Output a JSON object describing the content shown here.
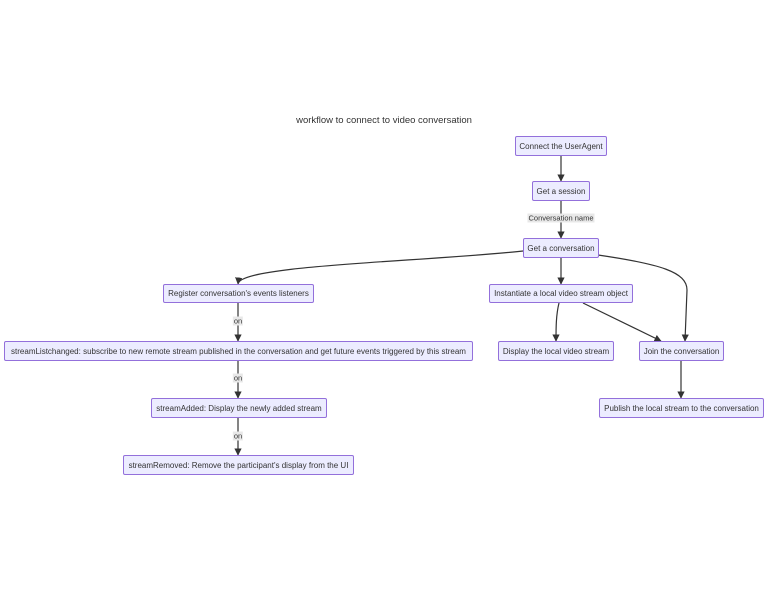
{
  "title": "workflow to connect to video conversation",
  "colors": {
    "node_fill": "#ECECFF",
    "node_border": "#9370DB",
    "edge": "#333333",
    "label_bg": "#e8e8e8"
  },
  "nodes": {
    "connect": "Connect the UserAgent",
    "session": "Get a session",
    "conversation": "Get a conversation",
    "register": "Register conversation's events listeners",
    "stream_list": "streamListchanged: subscribe to new remote stream published in the conversation and get future events triggered by this stream",
    "stream_added": "streamAdded: Display the newly added stream",
    "stream_removed": "streamRemoved: Remove the participant's display from the UI",
    "instantiate": "Instantiate a local video stream object",
    "display_local": "Display the local video stream",
    "join": "Join the conversation",
    "publish": "Publish the local stream to the conversation"
  },
  "edge_labels": {
    "session_to_conversation": "Conversation name",
    "register_to_stream_list": "on",
    "stream_list_to_added": "on",
    "added_to_removed": "on"
  }
}
